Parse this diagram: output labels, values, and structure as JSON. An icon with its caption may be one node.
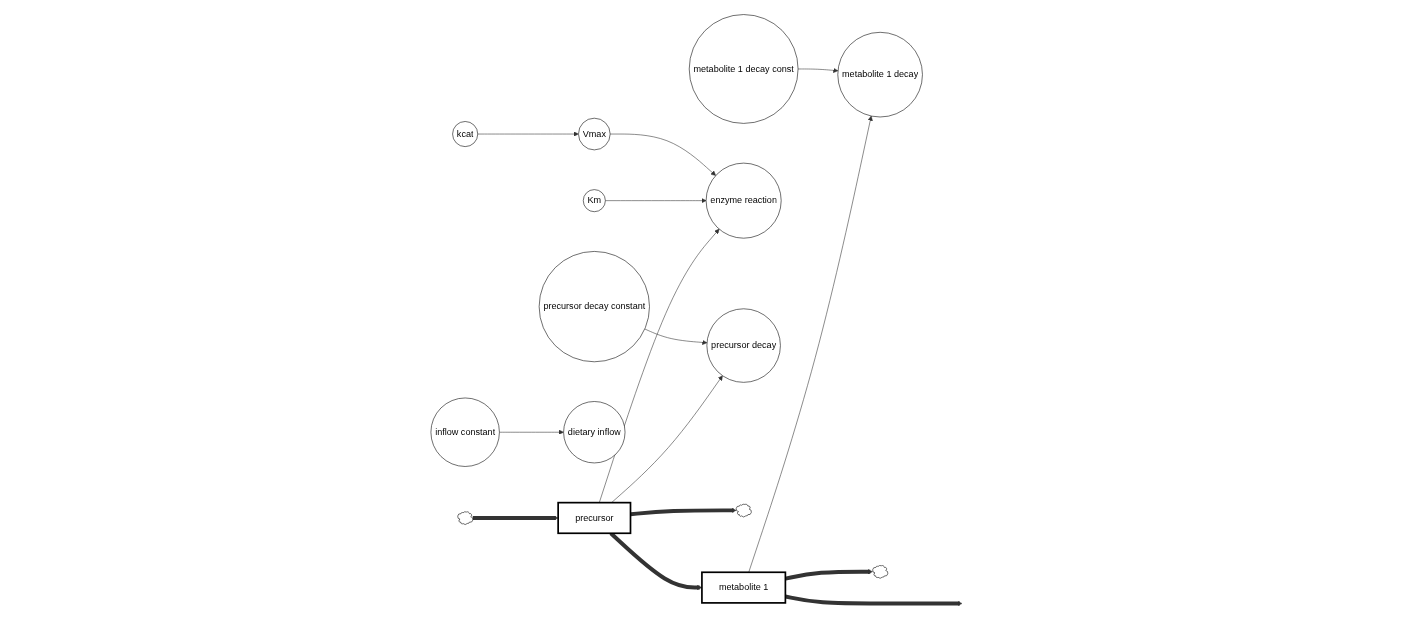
{
  "diagram": {
    "nodes": [
      {
        "text": [
          "kcat"
        ]
      },
      {
        "text": [
          "Km"
        ]
      },
      {
        "text": [
          "Vmax"
        ]
      },
      {
        "text": [
          "precursor"
        ]
      },
      {
        "text": [
          "metabolite 1"
        ]
      },
      {
        "text": [],
        "shape": "cloud"
      },
      {
        "text": [
          "dietary inflow"
        ]
      },
      {
        "text": [
          "enzyme reaction"
        ]
      },
      {
        "text": [
          "inflow constant"
        ]
      },
      {
        "text": [
          "precursor decay"
        ]
      },
      {
        "text": [
          "metabolite 1 decay"
        ]
      },
      {
        "text": [],
        "shape": "cloud"
      },
      {
        "text": [
          "precursor decay constant"
        ]
      },
      {
        "text": [],
        "shape": "cloud"
      },
      {
        "text": [
          "metabolite 1 decay const"
        ]
      }
    ],
    "edges": [
      {
        "from": 5,
        "to": 3,
        "arrow": "to",
        "style": "thick"
      },
      {
        "from": 3,
        "to": 4,
        "arrow": "to",
        "style": "thick"
      },
      {
        "from": 4,
        "to": null,
        "arrow": "to",
        "style": "thick"
      },
      {
        "from": 3,
        "to": 11,
        "arrow": "to",
        "style": "thick"
      },
      {
        "from": 4,
        "to": 13,
        "arrow": "to",
        "style": "thick"
      },
      {
        "from": 8,
        "to": 6,
        "arrow": "to"
      },
      {
        "from": 3,
        "to": 7,
        "arrow": "to"
      },
      {
        "from": 1,
        "to": 7,
        "arrow": "to"
      },
      {
        "from": 2,
        "to": 7,
        "arrow": "to"
      },
      {
        "from": 0,
        "to": 2,
        "arrow": "to"
      },
      {
        "from": 3,
        "to": 9,
        "arrow": "to"
      },
      {
        "from": 12,
        "to": 9,
        "arrow": "to"
      },
      {
        "from": 4,
        "to": 10,
        "arrow": "to"
      },
      {
        "from": 14,
        "to": 10,
        "arrow": "to"
      }
    ]
  }
}
